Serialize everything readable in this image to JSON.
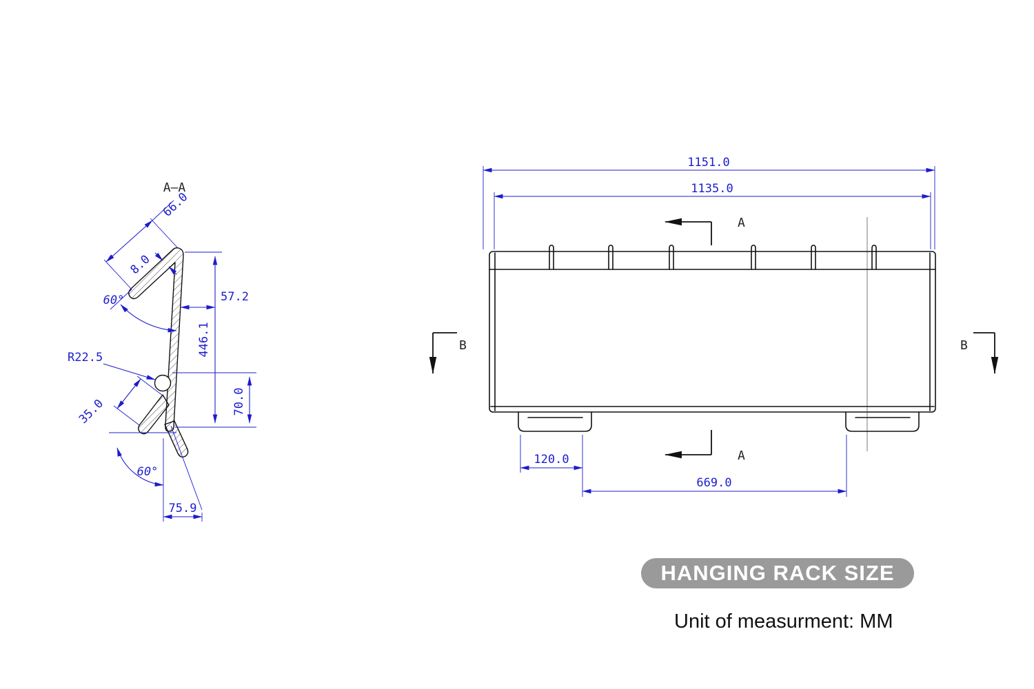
{
  "section_view": {
    "title": "A—A",
    "dims": {
      "lip_length": "66.0",
      "lip_thickness": "8.0",
      "top_angle": "60°",
      "top_offset": "57.2",
      "back_height": "446.1",
      "hook_radius": "R22.5",
      "hook_height": "70.0",
      "hook_length": "35.0",
      "bottom_angle": "60°",
      "bottom_width": "75.9"
    }
  },
  "front_view": {
    "dims": {
      "overall_width": "1151.0",
      "inner_width": "1135.0",
      "foot_width": "120.0",
      "foot_spacing": "669.0"
    },
    "markers": {
      "a_top": "A",
      "a_bottom": "A",
      "b_left": "B",
      "b_right": "B"
    }
  },
  "footer": {
    "badge": "HANGING RACK SIZE",
    "unit_note": "Unit of measurment: MM"
  }
}
